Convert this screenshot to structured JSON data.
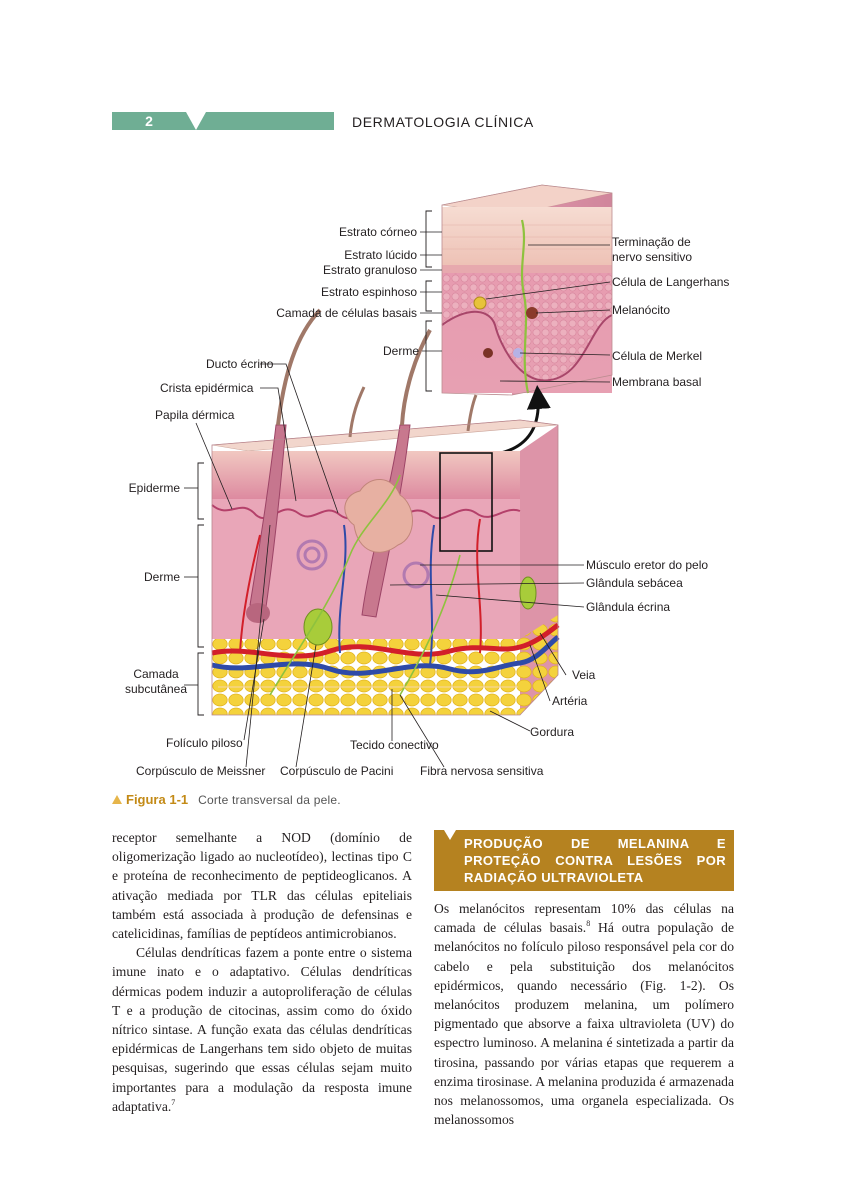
{
  "header": {
    "page_number": "2",
    "running_title": "DERMATOLOGIA CLÍNICA"
  },
  "figure": {
    "labels": {
      "estrato_corneo": "Estrato córneo",
      "estrato_lucido": "Estrato lúcido",
      "estrato_granuloso": "Estrato granuloso",
      "estrato_espinhoso": "Estrato espinhoso",
      "camada_basais": "Camada de células basais",
      "derme_inset": "Derme",
      "terminacao_1": "Terminação de",
      "terminacao_2": "nervo sensitivo",
      "langerhans": "Célula de Langerhans",
      "melanocito": "Melanócito",
      "merkel": "Célula de Merkel",
      "membrana_basal": "Membrana basal",
      "ducto_ecrino": "Ducto écrino",
      "crista_epidermica": "Crista epidérmica",
      "papila_dermica": "Papila dérmica",
      "epiderme": "Epiderme",
      "derme": "Derme",
      "camada_1": "Camada",
      "camada_2": "subcutânea",
      "musculo_eretor": "Músculo eretor do pelo",
      "glandula_sebacea": "Glândula sebácea",
      "glandula_ecrina": "Glândula écrina",
      "veia": "Veia",
      "arteria": "Artéria",
      "gordura": "Gordura",
      "foliculo_piloso": "Folículo piloso",
      "tecido_conectivo": "Tecido conectivo",
      "meissner": "Corpúsculo de Meissner",
      "pacini": "Corpúsculo de Pacini",
      "fibra_nervosa": "Fibra nervosa sensitiva"
    },
    "caption": {
      "label": "Figura 1-1",
      "text": "Corte transversal da pele."
    }
  },
  "left_column": {
    "p1": "receptor semelhante a NOD (domínio de oligomerização ligado ao nucleotídeo), lectinas tipo C e proteína de reconhecimento de peptideoglicanos. A ativação mediada por TLR das células epiteliais também está associada à produção de defensinas e catelicidinas, famílias de peptídeos antimicrobianos.",
    "p2": "Células dendríticas fazem a ponte entre o sistema imune inato e o adaptativo. Células dendríticas dérmicas podem induzir a autoproliferação de células T e a produção de citocinas, assim como do óxido nítrico sintase. A função exata das células dendríticas epidérmicas de Langerhans tem sido objeto de muitas pesquisas, sugerindo que essas células sejam muito importantes para a modulação da resposta imune adaptativa.",
    "p2_ref": "7"
  },
  "right_column": {
    "heading": "PRODUÇÃO DE MELANINA E PROTEÇÃO CONTRA LESÕES POR RADIAÇÃO ULTRAVIOLETA",
    "text_a": "Os melanócitos representam 10% das células na camada de células basais.",
    "ref": "8",
    "text_b": " Há outra população de melanócitos no folículo piloso responsável pela cor do cabelo e pela substituição dos melanócitos epidérmicos, quando necessário (Fig. 1-2). Os melanócitos produzem melanina, um polímero pigmentado que absorve a faixa ultravioleta (UV) do espectro luminoso. A melanina é sintetizada a partir da tirosina, passando por várias etapas que requerem a enzima tirosinase. A melanina produzida é armazenada nos melanossomos, uma organela especializada. Os melanossomos"
  },
  "colors": {
    "header_band": "#6fae94",
    "section_heading": "#b58220",
    "caption_label": "#c38a16"
  }
}
